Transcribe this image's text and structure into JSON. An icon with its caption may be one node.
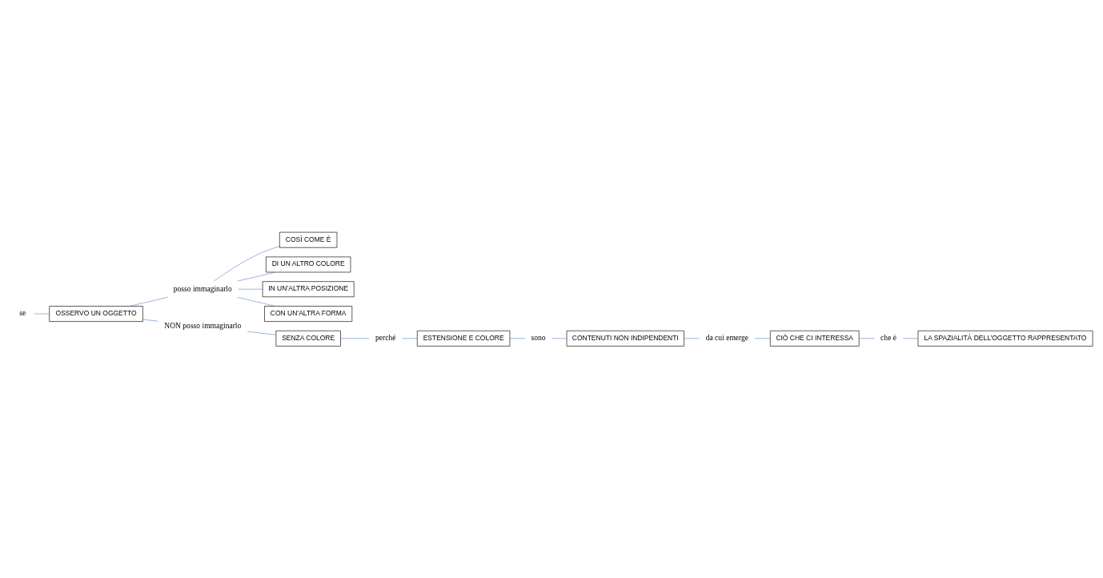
{
  "diagram": {
    "nodes": [
      {
        "text": [
          "se"
        ]
      },
      {
        "text": [
          "COSÌ COME È"
        ]
      },
      {
        "text": [
          "DI UN ALTRO COLORE"
        ]
      },
      {
        "text": [
          "IN UN’ALTRA POSIZIONE"
        ]
      },
      {
        "text": [
          "CON UN’ALTRA FORMA"
        ]
      },
      {
        "text": [
          "OSSERVO UN OGGETTO"
        ]
      },
      {
        "text": [
          "posso immaginarlo"
        ]
      },
      {
        "text": [
          "NON posso immaginarlo"
        ]
      },
      {
        "text": [
          "SENZA COLORE"
        ]
      },
      {
        "text": [
          "perché"
        ]
      },
      {
        "text": [
          "CONTENUTI NON INDIPENDENTI"
        ]
      },
      {
        "text": [
          "sono"
        ]
      },
      {
        "text": [
          "ESTENSIONE E COLORE"
        ]
      },
      {
        "text": [
          "da cui emerge"
        ]
      },
      {
        "text": [
          "CIÒ CHE CI INTERESSA"
        ]
      },
      {
        "text": [
          "che è"
        ]
      },
      {
        "text": [
          "LA SPAZIALITÀ DELL’OGGETTO RAPPRESENTATO"
        ]
      }
    ],
    "edges": [
      {
        "from": 0,
        "to": 5,
        "arrow": "none"
      },
      {
        "from": 5,
        "to": 6,
        "arrow": "none"
      },
      {
        "from": 5,
        "to": 7,
        "arrow": "none"
      },
      {
        "from": 6,
        "to": 1,
        "arrow": "none"
      },
      {
        "from": 6,
        "to": 2,
        "arrow": "none"
      },
      {
        "from": 6,
        "to": 3,
        "arrow": "none"
      },
      {
        "from": 6,
        "to": 4,
        "arrow": "none"
      },
      {
        "from": 7,
        "to": 8,
        "arrow": "none"
      },
      {
        "from": 8,
        "to": 9,
        "arrow": "none"
      },
      {
        "from": 9,
        "to": 12,
        "arrow": "none"
      },
      {
        "from": 12,
        "to": 11,
        "arrow": "none"
      },
      {
        "from": 11,
        "to": 10,
        "arrow": "none"
      },
      {
        "from": 10,
        "to": 13,
        "arrow": "none"
      },
      {
        "from": 13,
        "to": 14,
        "arrow": "none"
      },
      {
        "from": 14,
        "to": 15,
        "arrow": "none"
      },
      {
        "from": 15,
        "to": 16,
        "arrow": "none"
      }
    ]
  }
}
